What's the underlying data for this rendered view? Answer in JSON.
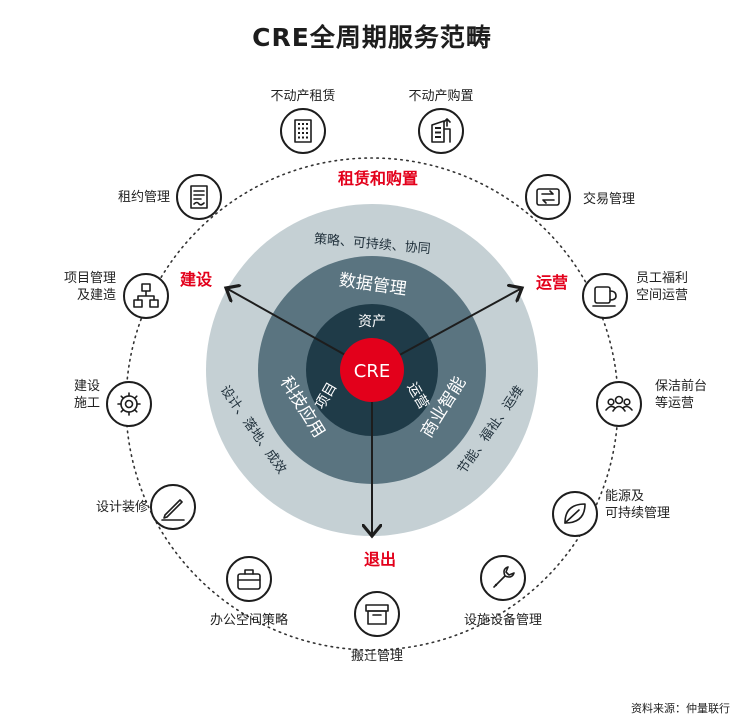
{
  "title": "CRE全周期服务范畴",
  "source": "资料来源：仲量联行",
  "center": "CRE",
  "inner_ring": [
    "资产",
    "运营",
    "项目"
  ],
  "middle_ring": [
    "数据管理",
    "商业智能",
    "科技应用"
  ],
  "outer_ring": [
    "策略、可持续、协同",
    "节能、福祉、运维",
    "设计、落地、成效"
  ],
  "phases": {
    "leasing": "租赁和购置",
    "operations": "运营",
    "exit": "退出",
    "construction": "建设"
  },
  "services": [
    {
      "label": "不动产租赁",
      "icon": "building-icon"
    },
    {
      "label": "不动产购置",
      "icon": "building-purchase-icon"
    },
    {
      "label": "交易管理",
      "icon": "transaction-icon"
    },
    {
      "label": "员工福利\n空间运营",
      "icon": "coffee-cup-icon"
    },
    {
      "label": "保洁前台\n等运营",
      "icon": "people-icon"
    },
    {
      "label": "能源及\n可持续管理",
      "icon": "leaf-icon"
    },
    {
      "label": "设施设备管理",
      "icon": "wrench-icon"
    },
    {
      "label": "搬迁管理",
      "icon": "box-icon"
    },
    {
      "label": "办公空间策略",
      "icon": "briefcase-icon"
    },
    {
      "label": "设计装修",
      "icon": "pencil-icon"
    },
    {
      "label": "建设\n施工",
      "icon": "gear-icon"
    },
    {
      "label": "项目管理\n及建造",
      "icon": "hierarchy-icon"
    },
    {
      "label": "租约管理",
      "icon": "contract-icon"
    }
  ],
  "colors": {
    "accent_red": "#e3001b",
    "outer_ring": "#c5d0d4",
    "middle_ring": "#5a7480",
    "inner_ring": "#1f3b48",
    "dark_line": "#1d1d1d"
  }
}
